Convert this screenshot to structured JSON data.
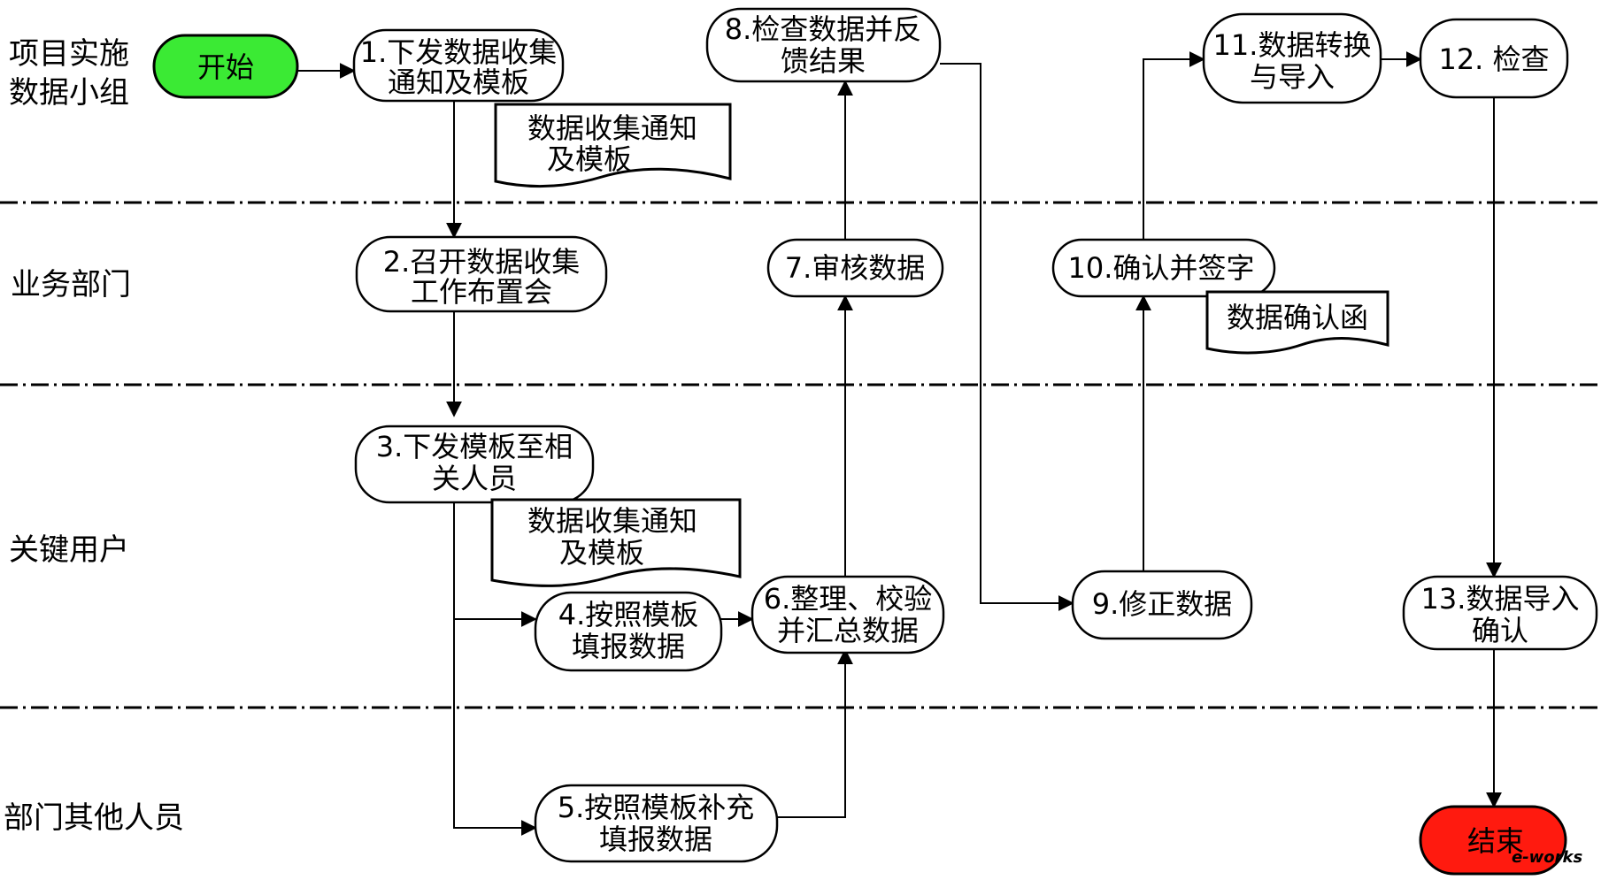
{
  "lanes": [
    {
      "label_lines": [
        "项目实施",
        "数据小组"
      ]
    },
    {
      "label_lines": [
        "业务部门"
      ]
    },
    {
      "label_lines": [
        "关键用户"
      ]
    },
    {
      "label_lines": [
        "部门其他人员"
      ]
    }
  ],
  "terminals": {
    "start": {
      "label": "开始",
      "color": "#3bea34"
    },
    "end": {
      "label": "结束",
      "color": "#ff1a0f"
    }
  },
  "steps": {
    "s1": {
      "lines": [
        "1.下发数据收集",
        "通知及模板"
      ]
    },
    "s2": {
      "lines": [
        "2.召开数据收集",
        "工作布置会"
      ]
    },
    "s3": {
      "lines": [
        "3.下发模板至相",
        "关人员"
      ]
    },
    "s4": {
      "lines": [
        "4.按照模板",
        "填报数据"
      ]
    },
    "s5": {
      "lines": [
        "5.按照模板补充",
        "填报数据"
      ]
    },
    "s6": {
      "lines": [
        "6.整理、校验",
        "并汇总数据"
      ]
    },
    "s7": {
      "lines": [
        "7.审核数据"
      ]
    },
    "s8": {
      "lines": [
        "8.检查数据并反",
        "馈结果"
      ]
    },
    "s9": {
      "lines": [
        "9.修正数据"
      ]
    },
    "s10": {
      "lines": [
        "10.确认并签字"
      ]
    },
    "s11": {
      "lines": [
        "11.数据转换",
        "与导入"
      ]
    },
    "s12": {
      "lines": [
        "12. 检查"
      ]
    },
    "s13": {
      "lines": [
        "13.数据导入",
        "确认"
      ]
    }
  },
  "documents": {
    "d1": {
      "lines": [
        "数据收集通知",
        "及模板"
      ]
    },
    "d2": {
      "lines": [
        "数据收集通知",
        "及模板"
      ]
    },
    "d3": {
      "lines": [
        "数据确认函"
      ]
    }
  },
  "watermark": {
    "text": "e-works",
    "color": "#f2a93b"
  }
}
